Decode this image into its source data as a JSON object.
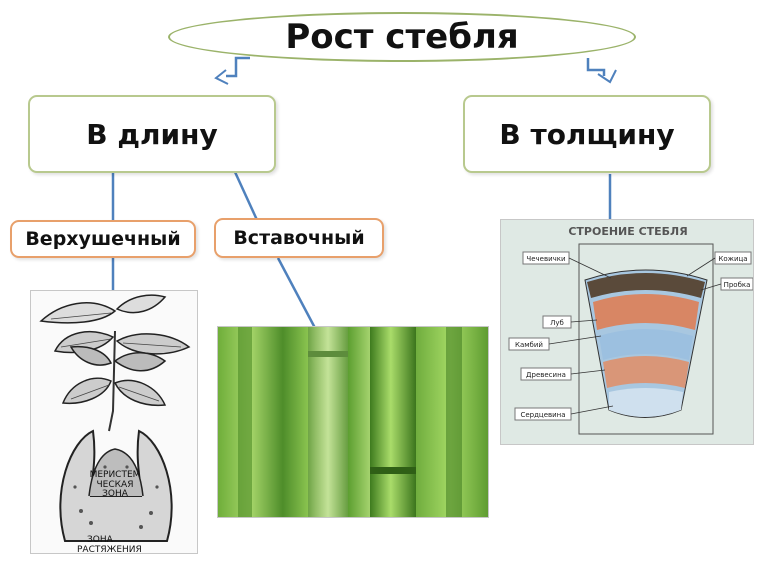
{
  "title": "Рост стебля",
  "branches": {
    "length": "В длину",
    "thickness": "В толщину"
  },
  "growth_types": {
    "apical": "Верхушечный",
    "intercalary": "Вставочный"
  },
  "stem_illustration": {
    "zone_meristem_1": "МЕРИСТЕМ",
    "zone_meristem_2": "ЧЕСКАЯ",
    "zone_meristem_3": "ЗОНА",
    "zone_growth_1": "ЗОНА",
    "zone_growth_2": "РАСТЯЖЕНИЯ"
  },
  "stem_structure": {
    "title": "СТРОЕНИЕ СТЕБЛЯ",
    "labels": {
      "lenticels": "Чечевички",
      "skin": "Кожица",
      "cork": "Пробка",
      "bast": "Луб",
      "cambium": "Камбий",
      "wood": "Древесина",
      "pith": "Сердцевина"
    }
  },
  "colors": {
    "connector": "#4f81bd",
    "oval_border": "#9bb36a",
    "box_border": "#b8c98e",
    "small_box_border": "#e8a06b"
  }
}
